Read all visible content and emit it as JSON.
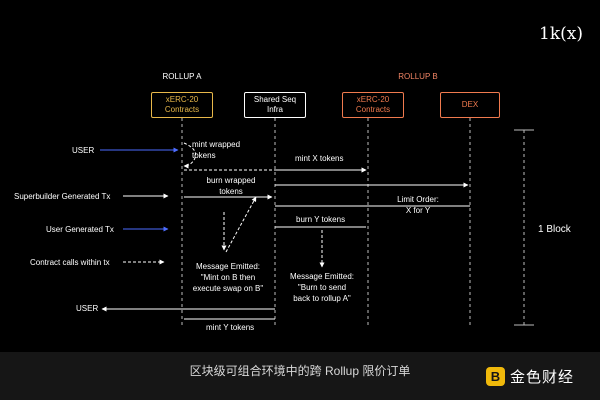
{
  "brand": "1k(x)",
  "rollup_a_label": "ROLLUP A",
  "rollup_b_label": "ROLLUP B",
  "boxes": {
    "xerc20_a": "xERC-20\nContracts",
    "shared_seq": "Shared Seq\nInfra",
    "xerc20_b": "xERC-20\nContracts",
    "dex": "DEX"
  },
  "legend": {
    "user_top": "USER",
    "superbuilder": "Superbuilder Generated Tx",
    "user_generated": "User Generated Tx",
    "contract_calls": "Contract calls within tx",
    "user_bottom": "USER"
  },
  "flow": {
    "mint_wrapped": "mint wrapped\ntokens",
    "mint_x": "mint X tokens",
    "burn_wrapped": "burn wrapped\ntokens",
    "limit_order": "Limit Order:\nX for Y",
    "burn_y": "burn Y tokens",
    "msg_a": "Message Emitted:\n\"Mint on B then\nexecute swap on B\"",
    "msg_b": "Message Emitted:\n\"Burn to send\nback to rollup A\"",
    "mint_y": "mint Y tokens"
  },
  "block_label": "1 Block",
  "caption": "区块级可组合环境中的跨 Rollup 限价订单",
  "logo_text": "金色财经",
  "logo_mark": "B",
  "colors": {
    "background": "#000000",
    "rollup_a_box": "#e8b84a",
    "rollup_b_box": "#f07a4e",
    "rollup_b_label": "#f08464",
    "logo": "#f0b90b"
  }
}
